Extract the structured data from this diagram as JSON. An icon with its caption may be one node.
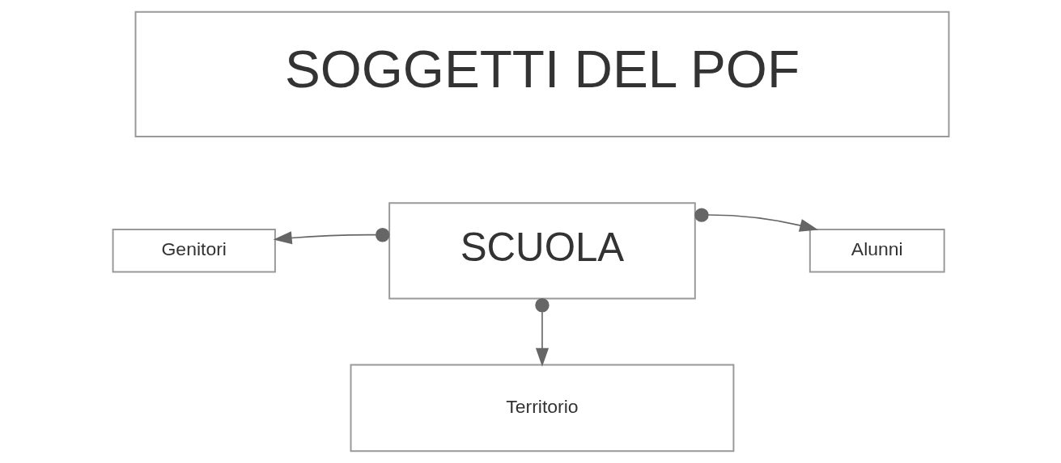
{
  "diagram": {
    "nodes": [
      {
        "text": [
          "SOGGETTI DEL POF"
        ]
      },
      {
        "text": [
          "SCUOLA"
        ]
      },
      {
        "text": [
          "Genitori"
        ]
      },
      {
        "text": [
          "Alunni"
        ]
      },
      {
        "text": [
          "Territorio"
        ]
      }
    ],
    "edges": [
      {
        "from": 1,
        "to": 2,
        "arrow": "to"
      },
      {
        "from": 1,
        "to": 3,
        "arrow": "to"
      },
      {
        "from": 1,
        "to": 4,
        "arrow": "to"
      }
    ]
  }
}
